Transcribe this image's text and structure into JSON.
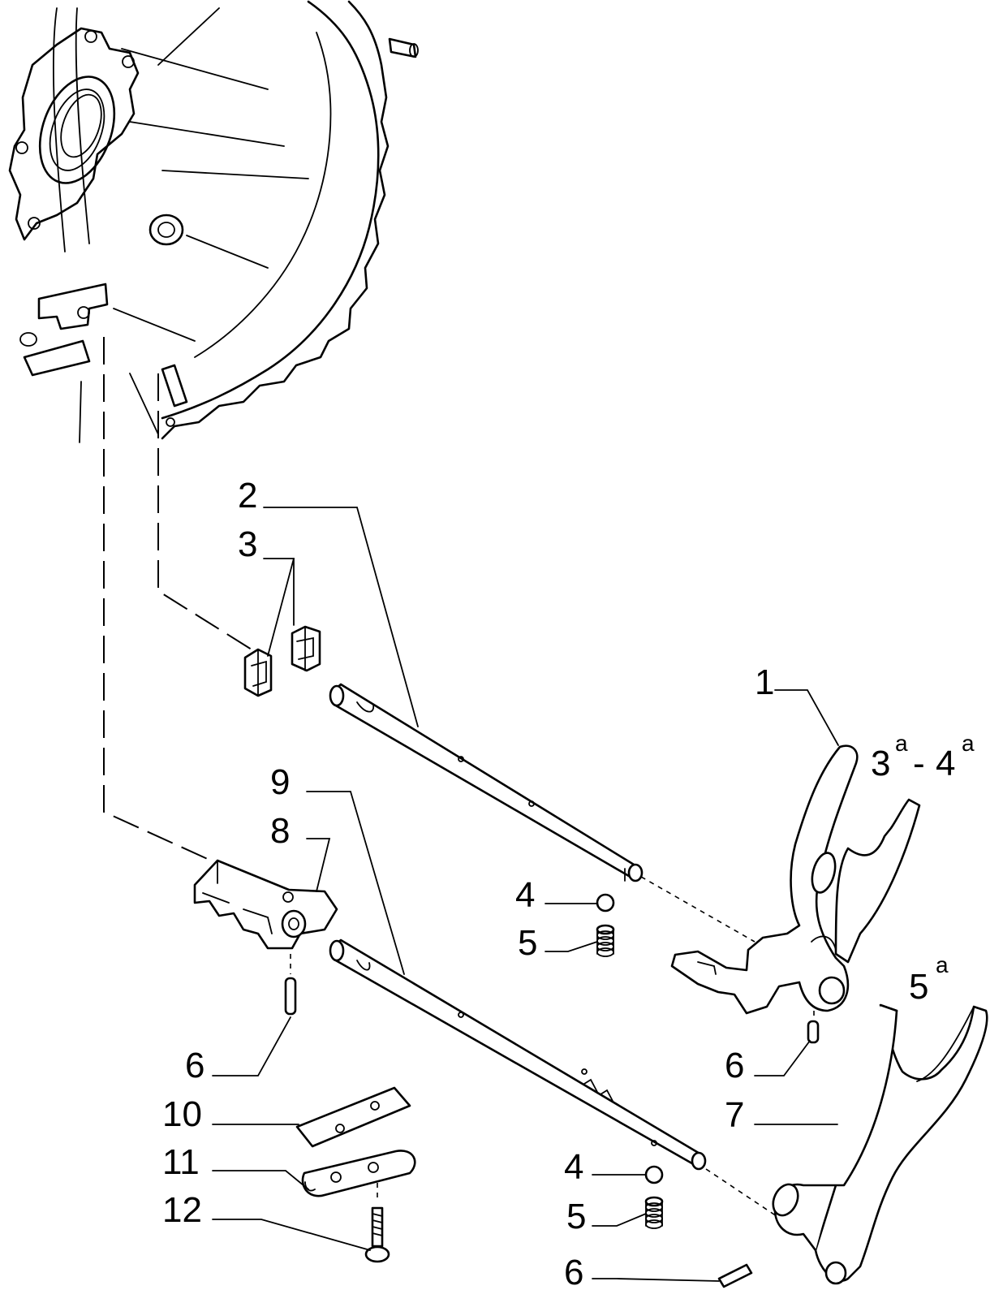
{
  "callouts": {
    "c1": "1",
    "c2": "2",
    "c3": "3",
    "c4a": "4",
    "c4b": "4",
    "c5a": "5",
    "c5b": "5",
    "c6a": "6",
    "c6b": "6",
    "c6c": "6",
    "c7": "7",
    "c8": "8",
    "c9": "9",
    "c10": "10",
    "c11": "11",
    "c12": "12"
  },
  "gear_labels": {
    "g34_a": "3",
    "g34_a_sup": "a",
    "g34_dash": "-",
    "g34_b": "4",
    "g34_b_sup": "a",
    "g5": "5",
    "g5_sup": "a"
  }
}
